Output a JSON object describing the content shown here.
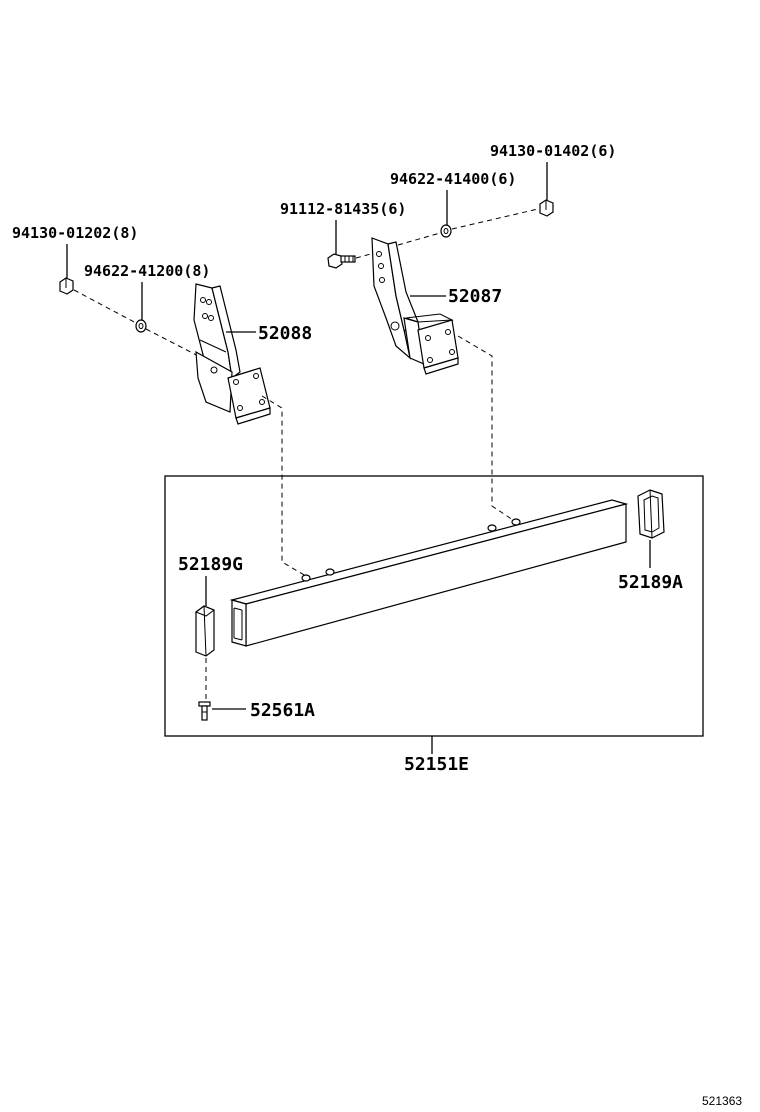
{
  "labels": {
    "nut_left": "94130-01202(8)",
    "washer_left": "94622-41200(8)",
    "bracket_left": "52088",
    "bolt_right": "91112-81435(6)",
    "washer_right": "94622-41400(6)",
    "nut_right": "94130-01402(6)",
    "bracket_right": "52087",
    "end_cap_left": "52189G",
    "end_cap_right": "52189A",
    "rivet": "52561A",
    "bumper_assembly": "52151E",
    "drawing_ref": "521363"
  }
}
